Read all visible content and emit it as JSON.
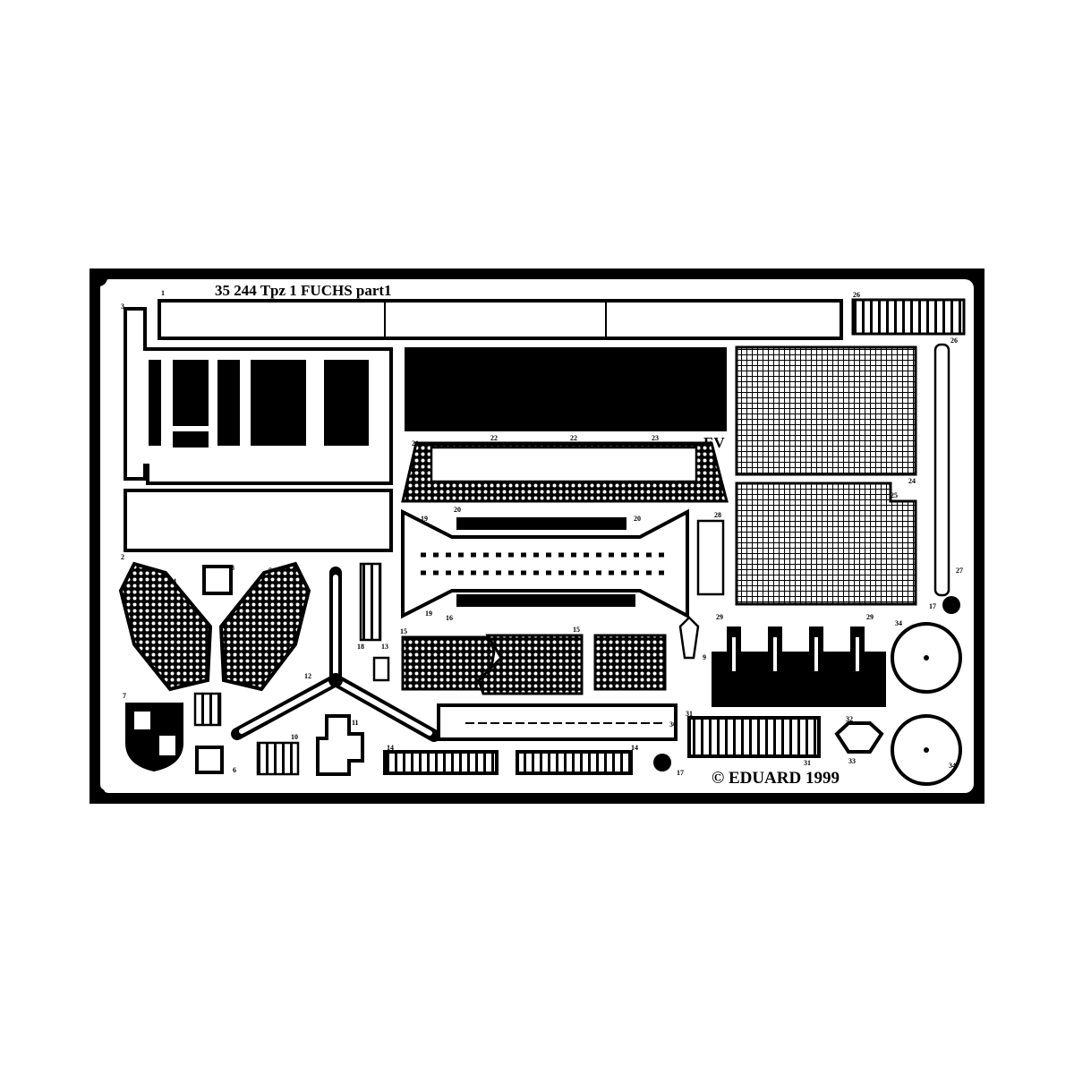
{
  "fret": {
    "title": "35 244  Tpz 1 FUCHS  part1",
    "copyright": "© EDUARD 1999",
    "maker_mark": "EV",
    "ink_color": "#000000",
    "background_color": "#ffffff"
  },
  "part_numbers": [
    "1",
    "2",
    "3",
    "4",
    "5",
    "6",
    "7",
    "8",
    "9",
    "10",
    "11",
    "12",
    "13",
    "14",
    "14",
    "15",
    "15",
    "16",
    "17",
    "17",
    "18",
    "19",
    "19",
    "20",
    "20",
    "21",
    "22",
    "22",
    "23",
    "24",
    "25",
    "26",
    "26",
    "27",
    "28",
    "29",
    "29",
    "30",
    "31",
    "31",
    "32",
    "33",
    "34",
    "34"
  ]
}
